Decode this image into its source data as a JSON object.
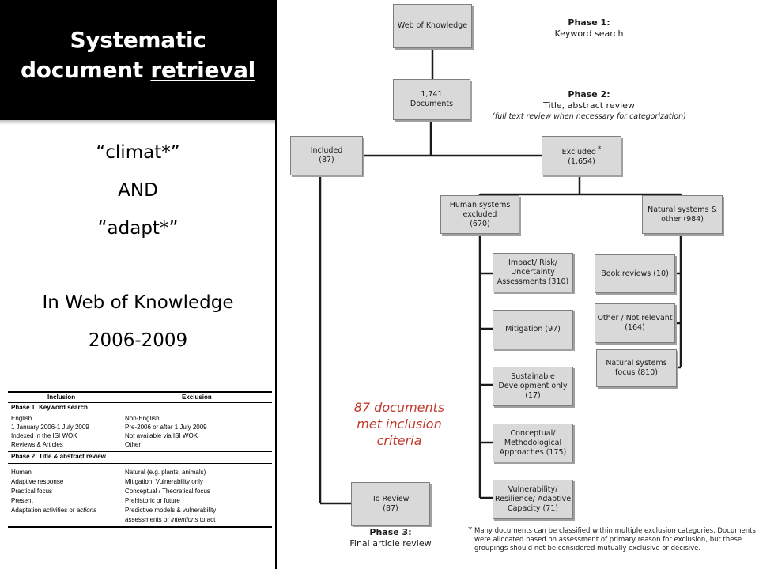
{
  "title": {
    "line1": "Systematic",
    "line2_prefix": "document ",
    "line2_underlined": "retrieval"
  },
  "query": {
    "term1": "“climat*”",
    "operator": "AND",
    "term2": "“adapt*”",
    "source": "In Web of Knowledge",
    "years": "2006-2009"
  },
  "criteria_table": {
    "col_inclusion": "Inclusion",
    "col_exclusion": "Exclusion",
    "phase1": {
      "label": "Phase 1: Keyword search",
      "rows": [
        {
          "inclusion": "English",
          "exclusion": "Non-English"
        },
        {
          "inclusion": "1 January 2006-1 July 2009",
          "exclusion": "Pre-2006 or after 1 July 2009"
        },
        {
          "inclusion": "Indexed in the ISI WOK",
          "exclusion": "Not available via ISI WOK"
        },
        {
          "inclusion": "Reviews & Articles",
          "exclusion": "Other"
        }
      ]
    },
    "phase2": {
      "label": "Phase 2: Title & abstract review",
      "rows": [
        {
          "inclusion": "Human",
          "exclusion": "Natural (e.g. plants, animals)"
        },
        {
          "inclusion": "Adaptive response",
          "exclusion": "Mitigation, Vulnerability only"
        },
        {
          "inclusion": "Practical focus",
          "exclusion": "Conceptual / Theoretical focus"
        },
        {
          "inclusion": "Present",
          "exclusion": "Prehistoric or future"
        },
        {
          "inclusion": "Adaptation activities or actions",
          "exclusion": "Predictive models & vulnerability"
        },
        {
          "inclusion": "",
          "exclusion": "assessments or intentions to act"
        }
      ]
    }
  },
  "flow": {
    "wok": "Web of Knowledge",
    "documents_count": "1,741",
    "documents_label": "Documents",
    "included_label": "Included",
    "included_count": "(87)",
    "excluded_label": "Excluded",
    "excluded_mark": "*",
    "excluded_count": "(1,654)",
    "human_line1": "Human systems",
    "human_line2": "excluded",
    "human_count": "(670)",
    "natural_line1": "Natural systems &",
    "natural_line2": "other (984)",
    "impact_line1": "Impact/ Risk/",
    "impact_line2": "Uncertainty",
    "impact_line3": "Assessments (310)",
    "mitigation": "Mitigation (97)",
    "sustainable_line1": "Sustainable",
    "sustainable_line2": "Development only",
    "sustainable_line3": "(17)",
    "conceptual_line1": "Conceptual/",
    "conceptual_line2": "Methodological",
    "conceptual_line3": "Approaches (175)",
    "vulnerability_line1": "Vulnerability/",
    "vulnerability_line2": "Resilience/ Adaptive",
    "vulnerability_line3": "Capacity (71)",
    "book_reviews": "Book reviews (10)",
    "other_line1": "Other / Not relevant",
    "other_line2": "(164)",
    "natfocus_line1": "Natural systems",
    "natfocus_line2": "focus (810)",
    "review_label": "To Review",
    "review_count": "(87)"
  },
  "phases": {
    "p1_title": "Phase 1:",
    "p1_sub": "Keyword search",
    "p2_title": "Phase 2:",
    "p2_sub": "Title, abstract review",
    "p2_note": "(full text review when necessary for categorization)",
    "p3_title": "Phase 3:",
    "p3_sub": "Final article review"
  },
  "callout": {
    "line1": "87 documents",
    "line2": "met inclusion",
    "line3": "criteria"
  },
  "footnote": {
    "star": "*",
    "line1": "Many documents can be classified within multiple exclusion categories. Documents",
    "line2": "were allocated based on assessment of primary reason for exclusion, but these",
    "line3": "groupings should not be considered mutually exclusive or decisive."
  },
  "colors": {
    "title_bg": "#000000",
    "node_fill": "#d9d9d9",
    "callout_red": "#c0392b"
  }
}
